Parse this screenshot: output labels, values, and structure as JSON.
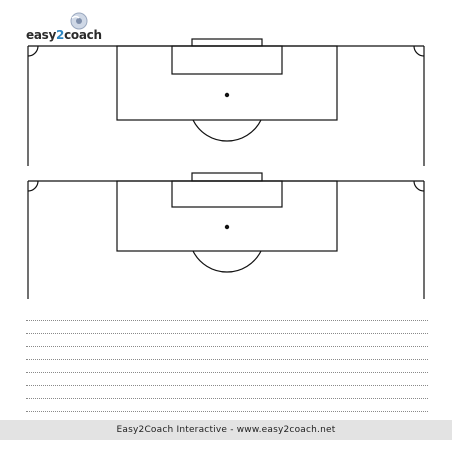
{
  "logo": {
    "prefix": "easy",
    "number": "2",
    "suffix": "coach",
    "icon": "soccer-ball-icon",
    "accent_color": "#2e86c1"
  },
  "pitches": [
    {
      "name": "pitch-1",
      "markings": [
        "touchline",
        "penalty-area",
        "goal-area",
        "goal",
        "penalty-spot",
        "penalty-arc",
        "corner-arcs"
      ]
    },
    {
      "name": "pitch-2",
      "markings": [
        "touchline",
        "penalty-area",
        "goal-area",
        "goal",
        "penalty-spot",
        "penalty-arc",
        "corner-arcs"
      ]
    }
  ],
  "notes": {
    "line_count": 8,
    "line_style": "dotted"
  },
  "footer": {
    "text": "Easy2Coach Interactive - www.easy2coach.net"
  }
}
